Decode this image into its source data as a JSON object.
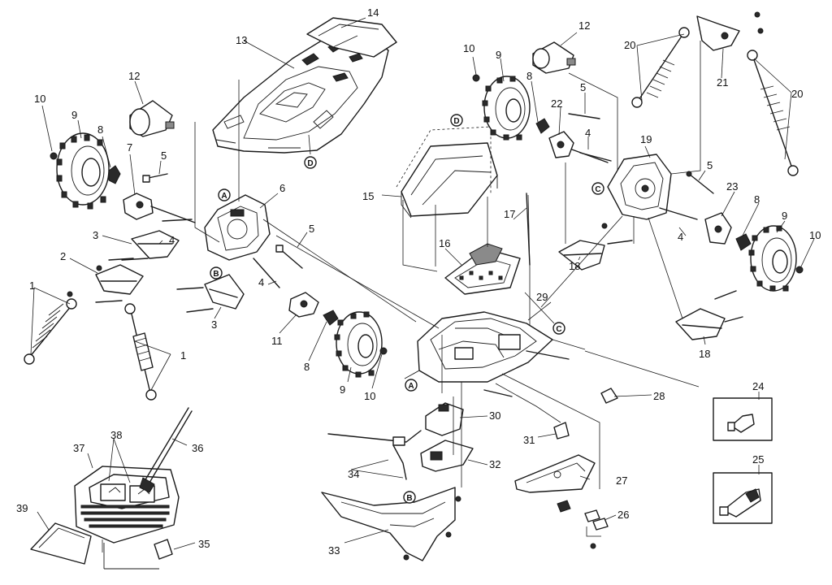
{
  "part_numbers": {
    "n1": "1",
    "n2": "2",
    "n3": "3",
    "n4": "4",
    "n5": "5",
    "n6": "6",
    "n7": "7",
    "n8": "8",
    "n9": "9",
    "n10": "10",
    "n11": "11",
    "n12": "12",
    "n13": "13",
    "n14": "14",
    "n15": "15",
    "n16": "16",
    "n17": "17",
    "n18": "18",
    "n19": "19",
    "n20": "20",
    "n21": "21",
    "n22": "22",
    "n23": "23",
    "n24": "24",
    "n25": "25",
    "n26": "26",
    "n27": "27",
    "n28": "28",
    "n29": "29",
    "n30": "30",
    "n31": "31",
    "n32": "32",
    "n33": "33",
    "n34": "34",
    "n35": "35",
    "n36": "36",
    "n37": "37",
    "n38": "38",
    "n39": "39"
  },
  "reference_markers": {
    "A": "A",
    "B": "B",
    "C": "C",
    "D": "D"
  }
}
